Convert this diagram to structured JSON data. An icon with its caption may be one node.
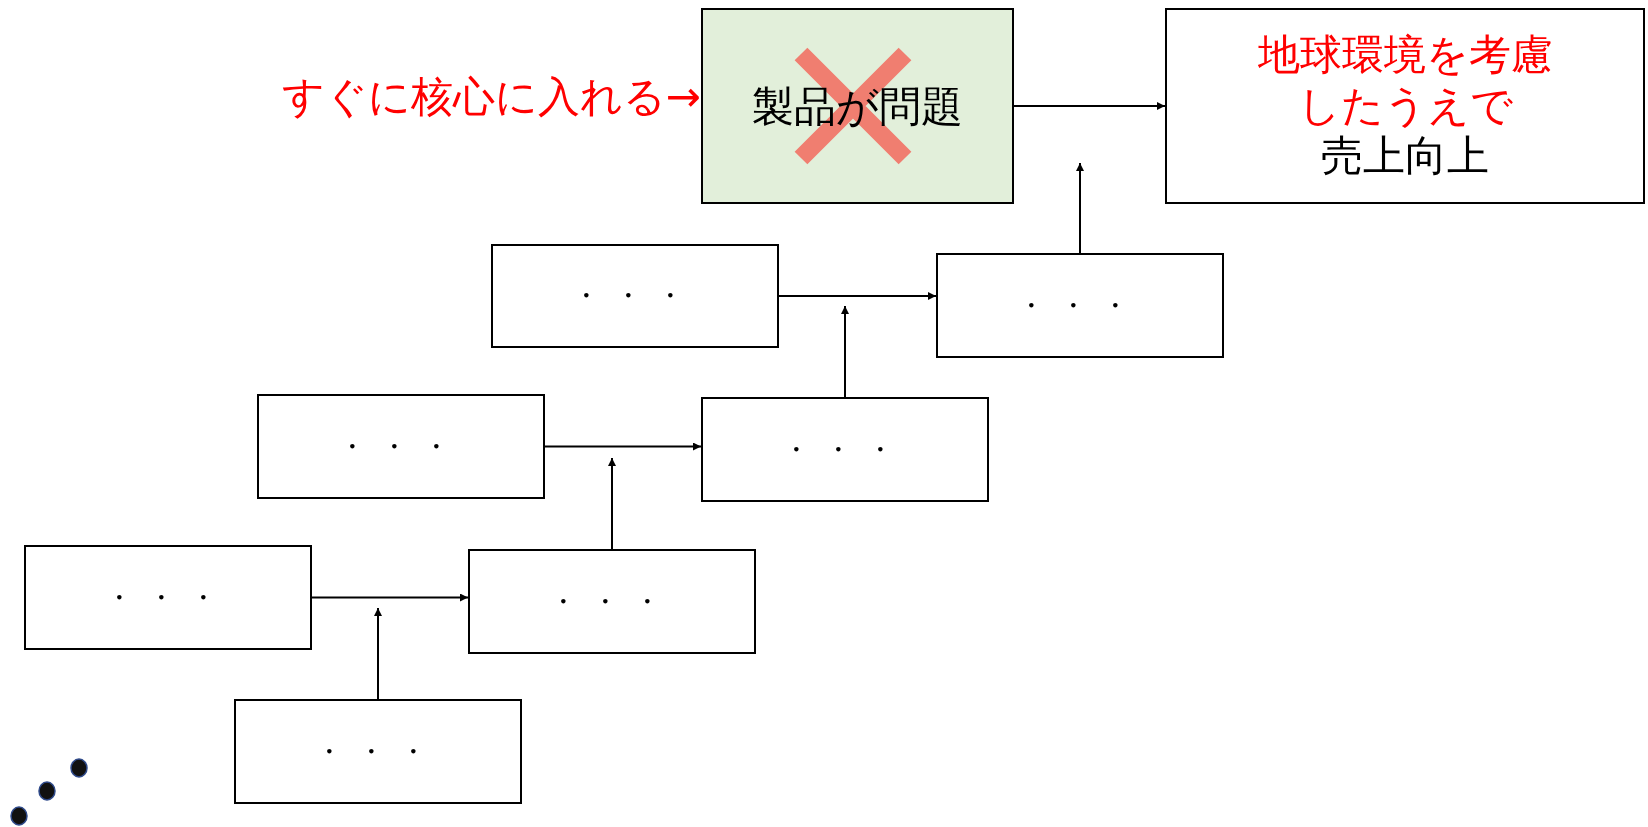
{
  "diagram": {
    "nodes": [
      {
        "text": [
          "製品が問題"
        ]
      },
      {
        "text": [
          "地球環境を考慮したうえで",
          "売上向上"
        ]
      },
      {
        "text": [
          "・・・"
        ]
      },
      {
        "text": [
          "・・・"
        ]
      },
      {
        "text": [
          "・・・"
        ]
      },
      {
        "text": [
          "・・・"
        ]
      },
      {
        "text": [
          "・・・"
        ]
      },
      {
        "text": [
          "・・・"
        ]
      },
      {
        "text": [
          "・・・"
        ]
      }
    ],
    "edges": [
      {
        "from": 0,
        "to": 1,
        "arrow": "to"
      },
      {
        "from": 2,
        "to": 3,
        "arrow": "to"
      },
      {
        "from": 3,
        "to": null,
        "arrow": "to"
      },
      {
        "from": 4,
        "to": 5,
        "arrow": "to"
      },
      {
        "from": 5,
        "to": null,
        "arrow": "to"
      },
      {
        "from": 6,
        "to": 7,
        "arrow": "to"
      },
      {
        "from": 7,
        "to": null,
        "arrow": "to"
      },
      {
        "from": 8,
        "to": null,
        "arrow": "to"
      }
    ],
    "labels": [
      "すぐに核心に入れる→"
    ]
  }
}
